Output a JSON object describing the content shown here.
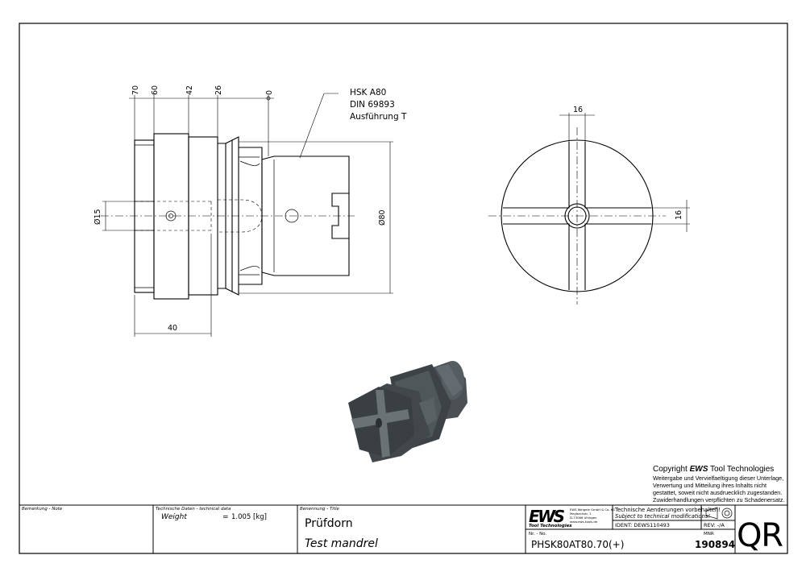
{
  "drawing": {
    "callout": [
      "HSK A80",
      "DIN 69893",
      "Ausführung T"
    ],
    "top_dims": [
      "70",
      "60",
      "42",
      "26",
      "0"
    ],
    "dia_left": "Ø15",
    "dia_right": "Ø80",
    "len_bottom": "40",
    "end_dim_top": "16",
    "end_dim_right": "16"
  },
  "copyright": {
    "prefix": "Copyright",
    "brand": "EWS",
    "brand_rest": "Tool Technologies",
    "lines": [
      "Weitergabe und Vervielfaeltigung dieser Unterlage,",
      "Verwertung und Mitteilung ihres Inhalts nicht",
      "gestattet, soweit nicht ausdruecklich zugestanden.",
      "Zuwiderhandlungen verpflichten zu Schadenersatz."
    ]
  },
  "title_block": {
    "remark_label": "Bemerkung - Note",
    "tech_label": "Technische Daten - technical data",
    "weight_label": "Weight",
    "weight_eq": "=",
    "weight_value": "1.005 [kg]",
    "title_label": "Benennung - Title",
    "title_de": "Prüfdorn",
    "title_en": "Test mandrel",
    "logo": "EWS",
    "logo_sub": "Tool Technologies",
    "company": [
      "EWS Weigele GmbH & Co. KG",
      "Maybachstr. 1",
      "D-73066 Uhingen",
      "www.ews-tools.de"
    ],
    "changes_de": "Technische Aenderungen vorbehalten!",
    "changes_en": "Subject to technical modifications!",
    "ident": "IDENT: DEWS110493",
    "rev": "REV: -/A",
    "nr_label": "Nr. - No.",
    "part_no": "PHSK80AT80.70(+)",
    "mnr_label": "MNR",
    "mnr": "190894",
    "qr": "QR"
  }
}
